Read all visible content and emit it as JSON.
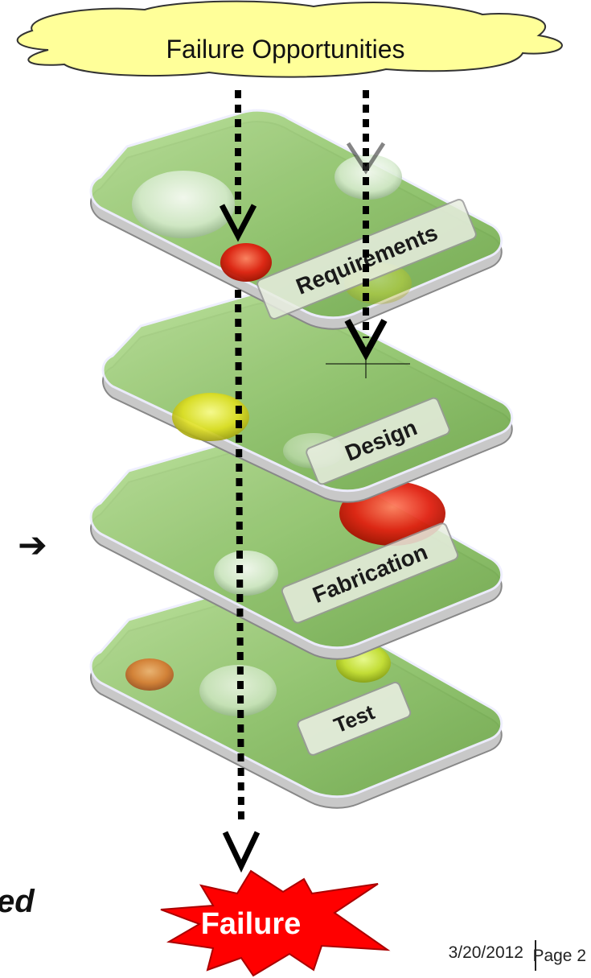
{
  "cloud": {
    "label": "Failure Opportunities"
  },
  "layers": [
    {
      "name": "Requirements"
    },
    {
      "name": "Design"
    },
    {
      "name": "Fabrication"
    },
    {
      "name": "Test"
    }
  ],
  "outcome": {
    "label": "Failure"
  },
  "left_edge": {
    "arrow": "➔",
    "cut_text": "ed"
  },
  "footer": {
    "date": "3/20/2012",
    "page": "Page 2"
  },
  "colors": {
    "layer_green": "#8fc46a",
    "hole_red": "#e02010",
    "hole_yellow": "#e0e020",
    "hole_orange": "#d87a30",
    "cloud_fill": "#ffff99",
    "burst_fill": "#ff0000"
  }
}
